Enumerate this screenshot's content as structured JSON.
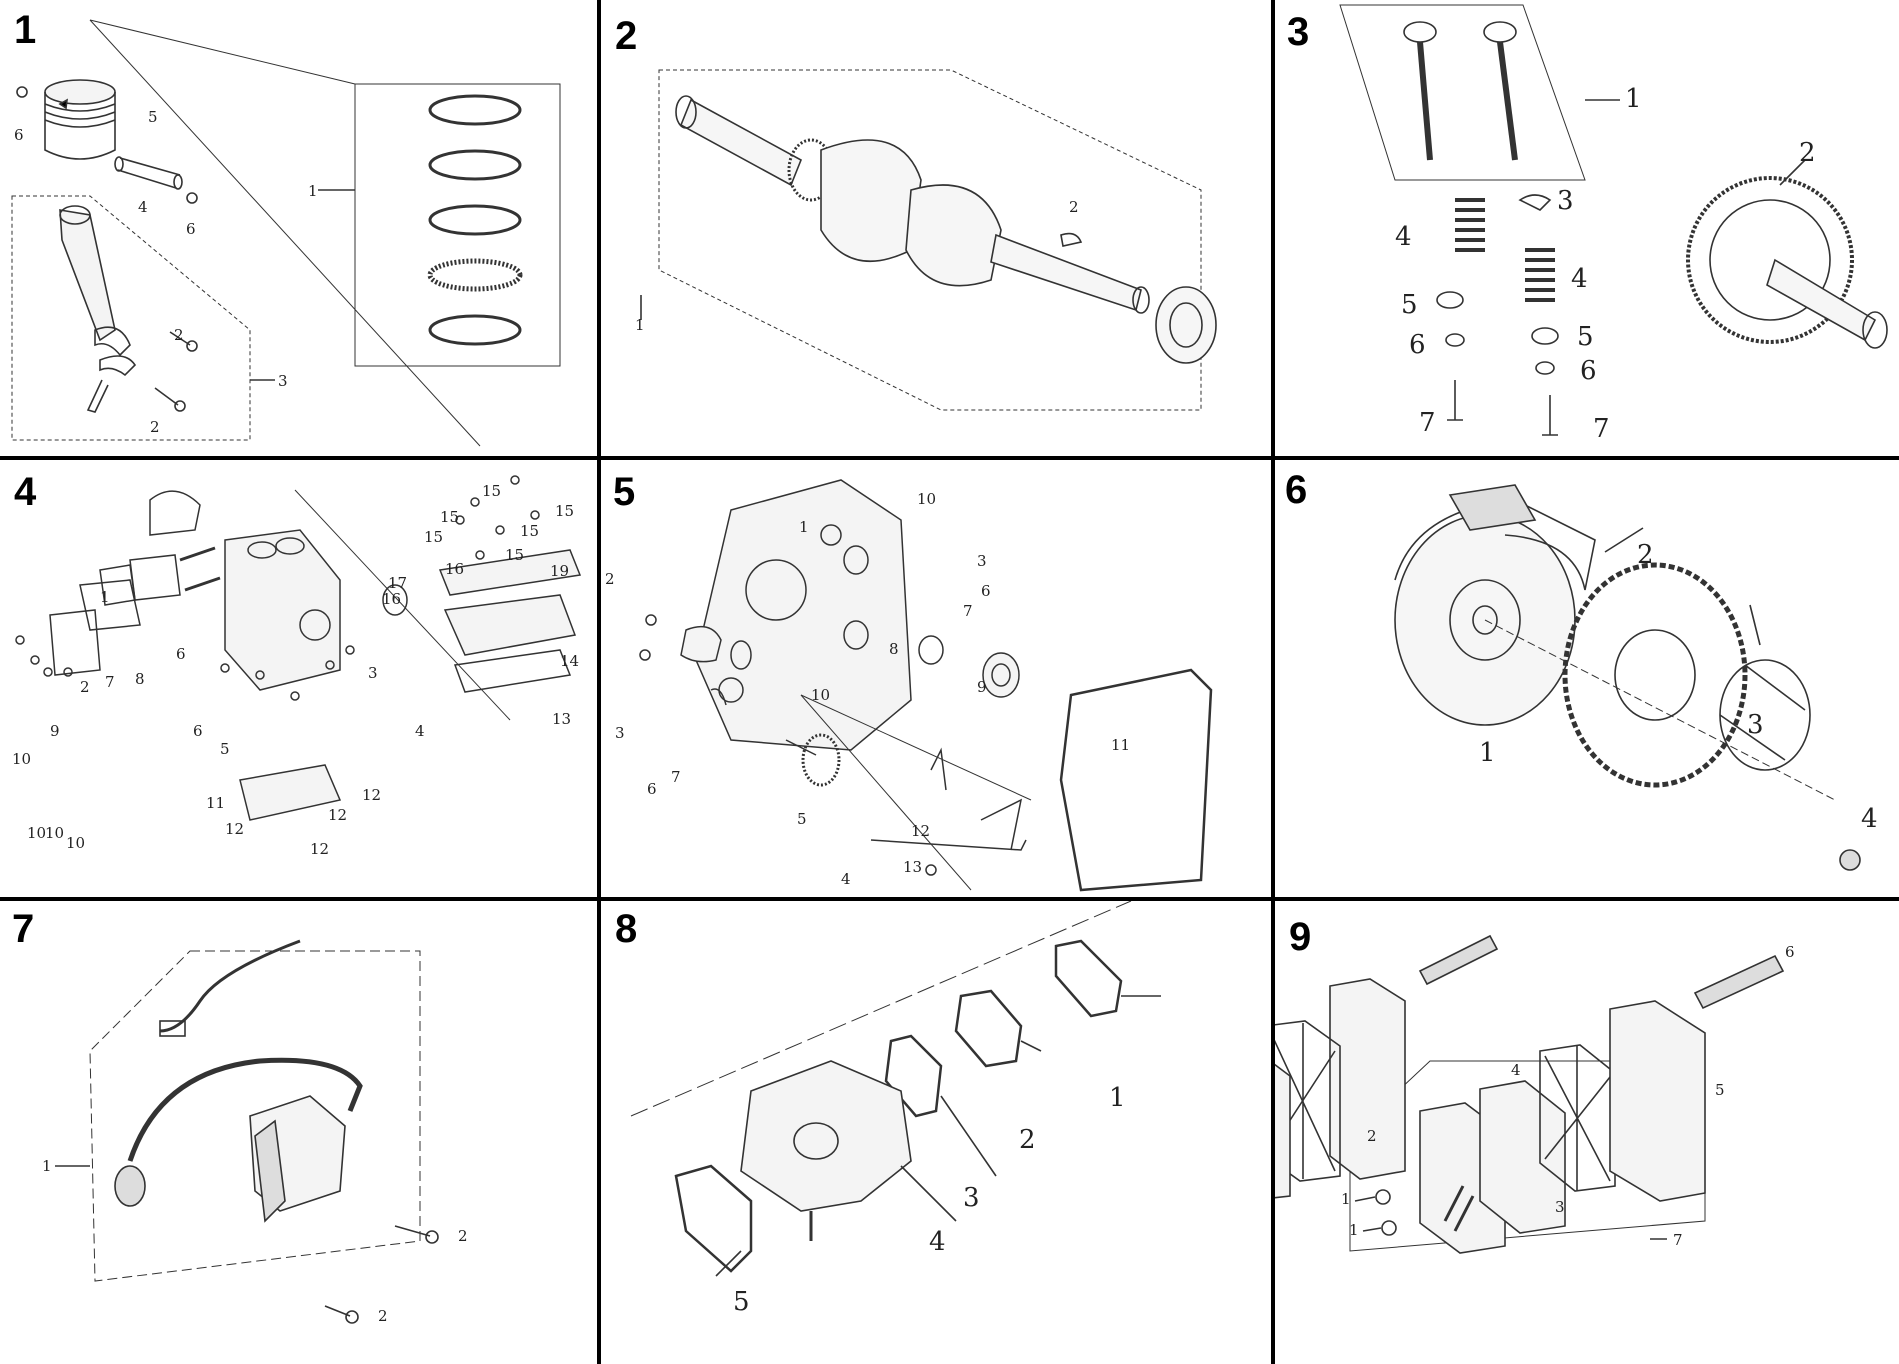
{
  "panels": [
    {
      "number": "1",
      "callouts": [
        "6",
        "5",
        "1",
        "4",
        "6",
        "2",
        "3",
        "2"
      ]
    },
    {
      "number": "2",
      "callouts": [
        "2",
        "1"
      ]
    },
    {
      "number": "3",
      "callouts": [
        "1",
        "2",
        "3",
        "4",
        "4",
        "5",
        "5",
        "6",
        "6",
        "7",
        "7"
      ]
    },
    {
      "number": "4",
      "callouts": [
        "15",
        "15",
        "15",
        "15",
        "15",
        "15",
        "17",
        "16",
        "16",
        "19",
        "1",
        "3",
        "14",
        "6",
        "7",
        "8",
        "2",
        "6",
        "5",
        "4",
        "13",
        "9",
        "10",
        "11",
        "12",
        "12",
        "12",
        "12",
        "10",
        "10",
        "10"
      ]
    },
    {
      "number": "5",
      "callouts": [
        "10",
        "1",
        "3",
        "2",
        "6",
        "7",
        "8",
        "9",
        "3",
        "10",
        "11",
        "6",
        "7",
        "5",
        "12",
        "13",
        "4"
      ]
    },
    {
      "number": "6",
      "callouts": [
        "2",
        "1",
        "3",
        "4"
      ]
    },
    {
      "number": "7",
      "callouts": [
        "1",
        "2",
        "2"
      ]
    },
    {
      "number": "8",
      "callouts": [
        "1",
        "2",
        "3",
        "4",
        "5"
      ]
    },
    {
      "number": "9",
      "callouts": [
        "6",
        "4",
        "5",
        "2",
        "1",
        "1",
        "3",
        "7"
      ]
    }
  ]
}
